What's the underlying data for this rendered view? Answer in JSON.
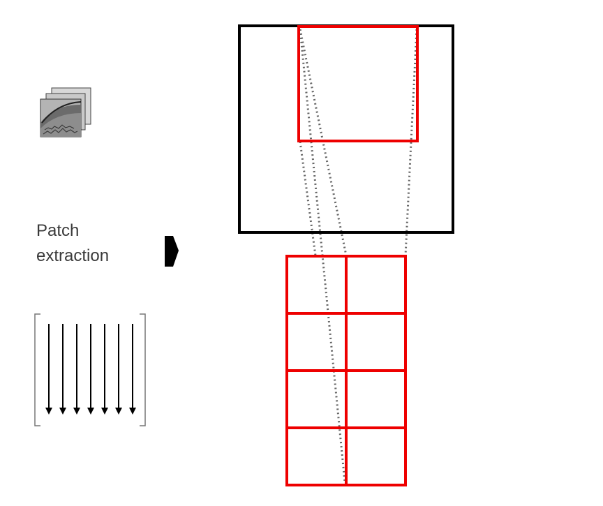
{
  "left_panel": {
    "label_line1": "Patch",
    "label_line2": "extraction"
  },
  "diagram": {
    "source_image_color": "#000000",
    "patch_color": "#ee0000",
    "connector_color": "#666666",
    "grid": {
      "rows": 4,
      "cols": 2
    }
  }
}
